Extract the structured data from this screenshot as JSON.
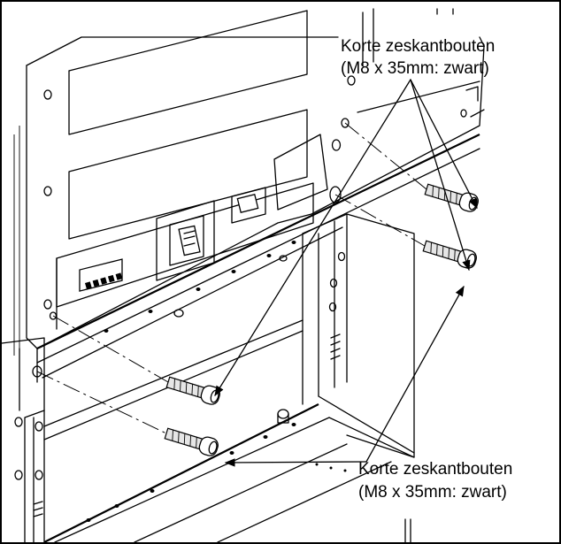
{
  "callouts": {
    "top": {
      "line1": "Korte zeskantbouten",
      "line2": "(M8 x 35mm: zwart)"
    },
    "bottom": {
      "line1": "Korte zeskantbouten",
      "line2": "(M8 x 35mm: zwart)"
    }
  },
  "colors": {
    "ink": "#000000",
    "paper": "#ffffff"
  }
}
